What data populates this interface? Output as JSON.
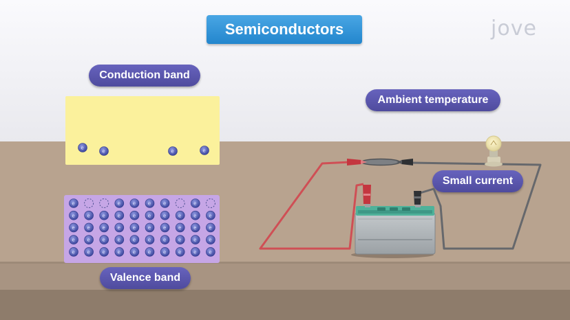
{
  "title": "Semiconductors",
  "logo_text": "jove",
  "labels": {
    "conduction_band": "Conduction band",
    "valence_band": "Valence band",
    "ambient_temperature": "Ambient temperature",
    "small_current": "Small current"
  },
  "electron_symbol": "e",
  "colors": {
    "title_bg": "#2f8fd6",
    "pill_bg": "#5652a8",
    "conduction_band": "#fbf19c",
    "valence_band": "#c6a6e6",
    "electron": "#4a55b0",
    "wire_red": "#cf4f55",
    "wire_gray": "#66686c",
    "table": "#b8a38f"
  },
  "conduction_electrons": 4,
  "valence_grid": {
    "rows": 5,
    "cols": 10,
    "holes_in_top_row": [
      2,
      3,
      8,
      10
    ]
  }
}
